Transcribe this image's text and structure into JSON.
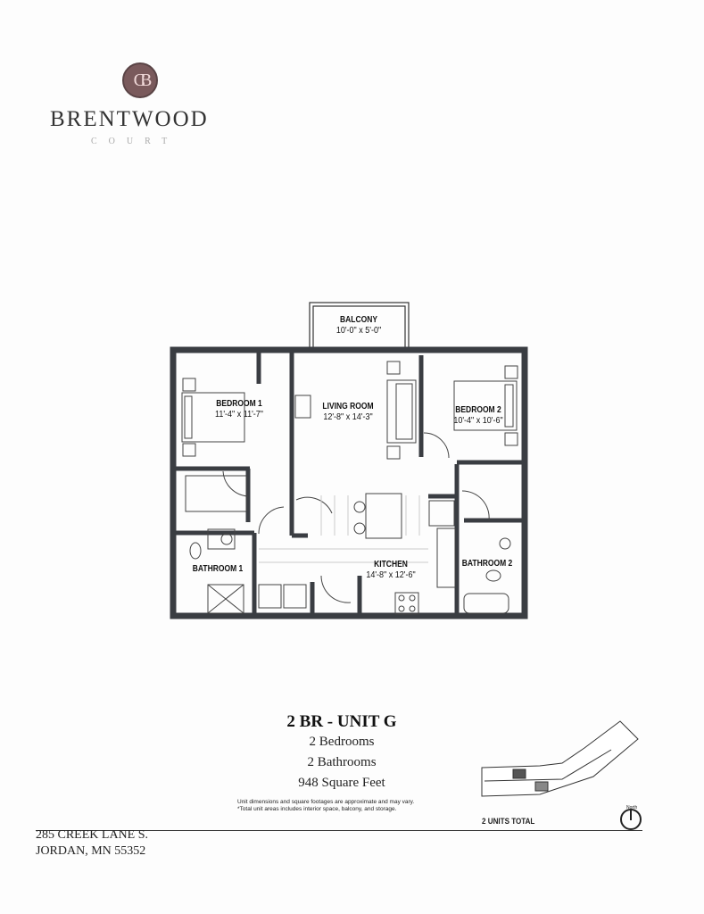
{
  "brand": {
    "monogram": "CB",
    "name": "BRENTWOOD",
    "subname": "COURT",
    "color": "#7a5a5c"
  },
  "rooms": [
    {
      "name": "BALCONY",
      "size": "10'-0\" x 5'-0\""
    },
    {
      "name": "BEDROOM 1",
      "size": "11'-4\" x 11'-7\""
    },
    {
      "name": "LIVING ROOM",
      "size": "12'-8\" x 14'-3\""
    },
    {
      "name": "BEDROOM 2",
      "size": "10'-4\" x 10'-6\""
    },
    {
      "name": "BATHROOM 1"
    },
    {
      "name": "KITCHEN",
      "size": "14'-8\" x 12'-6\""
    },
    {
      "name": "BATHROOM 2"
    }
  ],
  "unit": {
    "title": "2 BR - UNIT G",
    "bedrooms": "2 Bedrooms",
    "bathrooms": "2 Bathrooms",
    "area": "948 Square Feet",
    "disclaimer1": "Unit dimensions and square footages are approximate and may vary.",
    "disclaimer2": "*Total unit areas includes interior space, balcony, and storage."
  },
  "siteplan": {
    "units_total": "2 UNITS TOTAL",
    "north": "North"
  },
  "address": {
    "line1": "285 CREEK LANE S.",
    "line2": "JORDAN, MN 55352"
  }
}
